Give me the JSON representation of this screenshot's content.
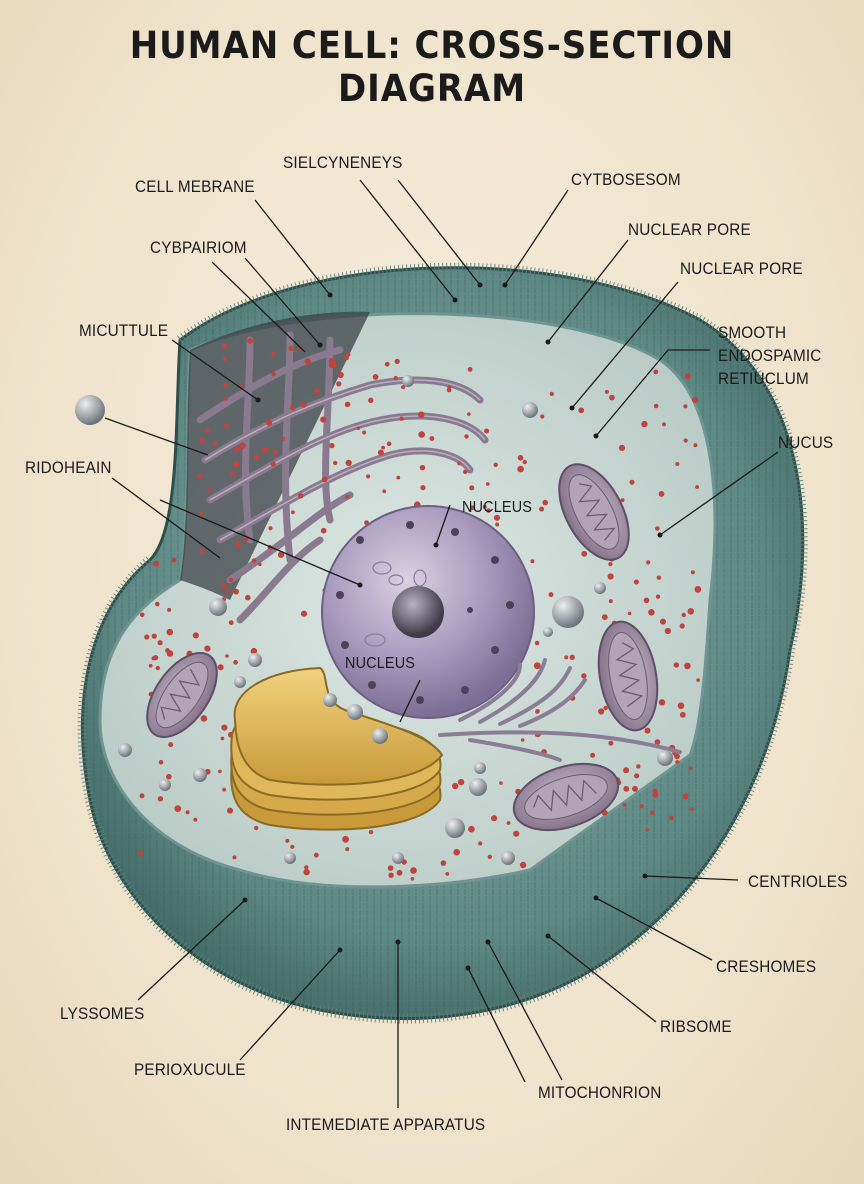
{
  "title": "HUMAN CELL: CROSS-SECTION DIAGRAM",
  "labels": {
    "sielcyneneys": "SIELCYNENEYS",
    "cell_membrane": "CELL MEBRANE",
    "cytbosesom": "CYTBOSESOM",
    "cybpairiom": "CYBPAIRIOM",
    "nuclear_pore_1": "NUCLEAR PORE",
    "nuclear_pore_2": "NUCLEAR PORE",
    "micuttule": "MICUTTULE",
    "smooth_er_line1": "SMOOTH",
    "smooth_er_line2": "ENDOSPAMIC",
    "smooth_er_line3": "RETIUCLUM",
    "nucus": "NUCUS",
    "ridoheain": "RIDOHEAIN",
    "nucleus_upper": "NUCLEUS",
    "nucleus_lower": "NUCLEUS",
    "centrioles": "CENTRIOLES",
    "creshomes": "CRESHOMES",
    "ribsome": "RIBSOME",
    "lyssomes": "LYSSOMES",
    "perioxucule": "PERIOXUCULE",
    "mitochonrion": "MITOCHONRION",
    "intemediate_apparatus": "INTEMEDIATE APPARATUS"
  },
  "colors": {
    "background": "#f1e6d2",
    "membrane": "#4f7a76",
    "cytoplasm": "#c9d7d2",
    "nucleus": "#9c8fb0",
    "golgi": "#e2b85a",
    "er": "#7f6f86",
    "ribosome": "#c0443e",
    "mitochondria": "#8a7890"
  }
}
